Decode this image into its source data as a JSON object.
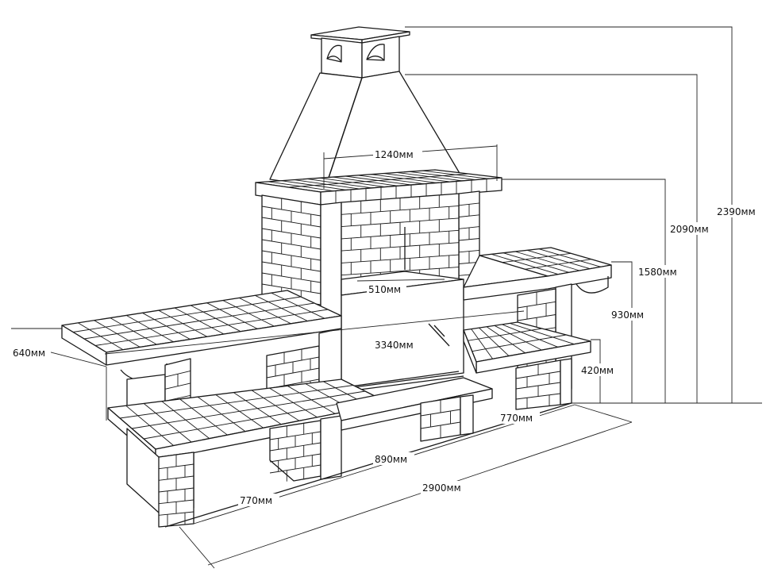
{
  "dimensions": {
    "total_height": "2390мм",
    "hood_height": "2090мм",
    "firebox_top_height": "1580мм",
    "hood_width": "1240мм",
    "firebox_width": "510мм",
    "total_depth": "3340мм",
    "counter_depth": "640мм",
    "counter_height": "930мм",
    "shelf_height": "420мм",
    "right_module_width": "770мм",
    "center_module_width": "890мм",
    "left_module_width": "770мм",
    "total_width": "2900мм"
  }
}
